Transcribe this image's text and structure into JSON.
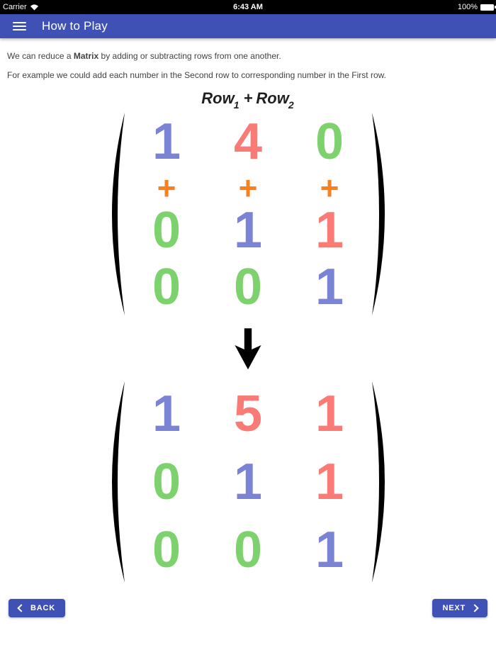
{
  "status_bar": {
    "carrier": "Carrier",
    "time": "6:43 AM",
    "battery_percent": "100%"
  },
  "nav": {
    "title": "How to Play"
  },
  "intro": {
    "line1_prefix": "We can reduce a ",
    "line1_bold": "Matrix",
    "line1_suffix": " by adding or subtracting rows from one another.",
    "line2": "For example we could add each number in the Second row to corresponding number in the First row."
  },
  "equation": {
    "word1": "Row",
    "sub1": "1",
    "operator": "+",
    "word2": "Row",
    "sub2": "2"
  },
  "operators": {
    "plus": "+"
  },
  "colors": {
    "primary": "#3f51b5",
    "status_bar_bg": "#000000",
    "blue": "#7b83d4",
    "red": "#f87c75",
    "green": "#7ed26d",
    "orange": "#f5821f",
    "arrow": "#000000"
  },
  "matrix_before": {
    "r1": [
      {
        "v": "1",
        "color": "#7b83d4"
      },
      {
        "v": "4",
        "color": "#f87c75"
      },
      {
        "v": "0",
        "color": "#7ed26d"
      }
    ],
    "plus_row": [
      {
        "v": "+",
        "color": "#f5821f"
      },
      {
        "v": "+",
        "color": "#f5821f"
      },
      {
        "v": "+",
        "color": "#f5821f"
      }
    ],
    "r2": [
      {
        "v": "0",
        "color": "#7ed26d"
      },
      {
        "v": "1",
        "color": "#7b83d4"
      },
      {
        "v": "1",
        "color": "#f87c75"
      }
    ],
    "r3": [
      {
        "v": "0",
        "color": "#7ed26d"
      },
      {
        "v": "0",
        "color": "#7ed26d"
      },
      {
        "v": "1",
        "color": "#7b83d4"
      }
    ]
  },
  "matrix_after": {
    "r1": [
      {
        "v": "1",
        "color": "#7b83d4"
      },
      {
        "v": "5",
        "color": "#f87c75"
      },
      {
        "v": "1",
        "color": "#f87c75"
      }
    ],
    "r2": [
      {
        "v": "0",
        "color": "#7ed26d"
      },
      {
        "v": "1",
        "color": "#7b83d4"
      },
      {
        "v": "1",
        "color": "#f87c75"
      }
    ],
    "r3": [
      {
        "v": "0",
        "color": "#7ed26d"
      },
      {
        "v": "0",
        "color": "#7ed26d"
      },
      {
        "v": "1",
        "color": "#7b83d4"
      }
    ]
  },
  "footer": {
    "back_label": "BACK",
    "next_label": "NEXT"
  }
}
